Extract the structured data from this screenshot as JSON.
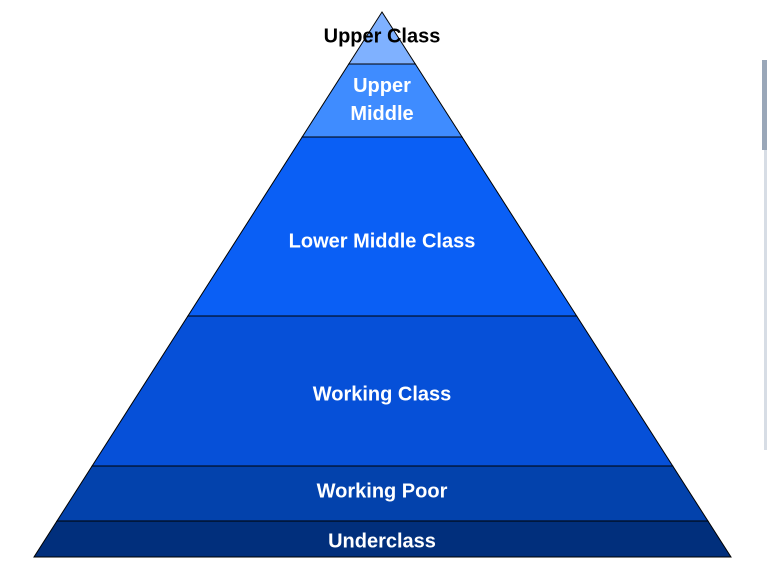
{
  "diagram": {
    "type": "pyramid",
    "tiers": [
      {
        "label_lines": [
          "Upper Class"
        ],
        "color": "#7fb1ff",
        "label_color": "#000000"
      },
      {
        "label_lines": [
          "Upper",
          "Middle"
        ],
        "color": "#3f8cff",
        "label_color": "#ffffff"
      },
      {
        "label_lines": [
          "Lower Middle Class"
        ],
        "color": "#0a5ff5",
        "label_color": "#ffffff"
      },
      {
        "label_lines": [
          "Working Class"
        ],
        "color": "#0650d8",
        "label_color": "#ffffff"
      },
      {
        "label_lines": [
          "Working Poor"
        ],
        "color": "#0342ac",
        "label_color": "#ffffff"
      },
      {
        "label_lines": [
          "Underclass"
        ],
        "color": "#012f7c",
        "label_color": "#ffffff"
      }
    ]
  }
}
